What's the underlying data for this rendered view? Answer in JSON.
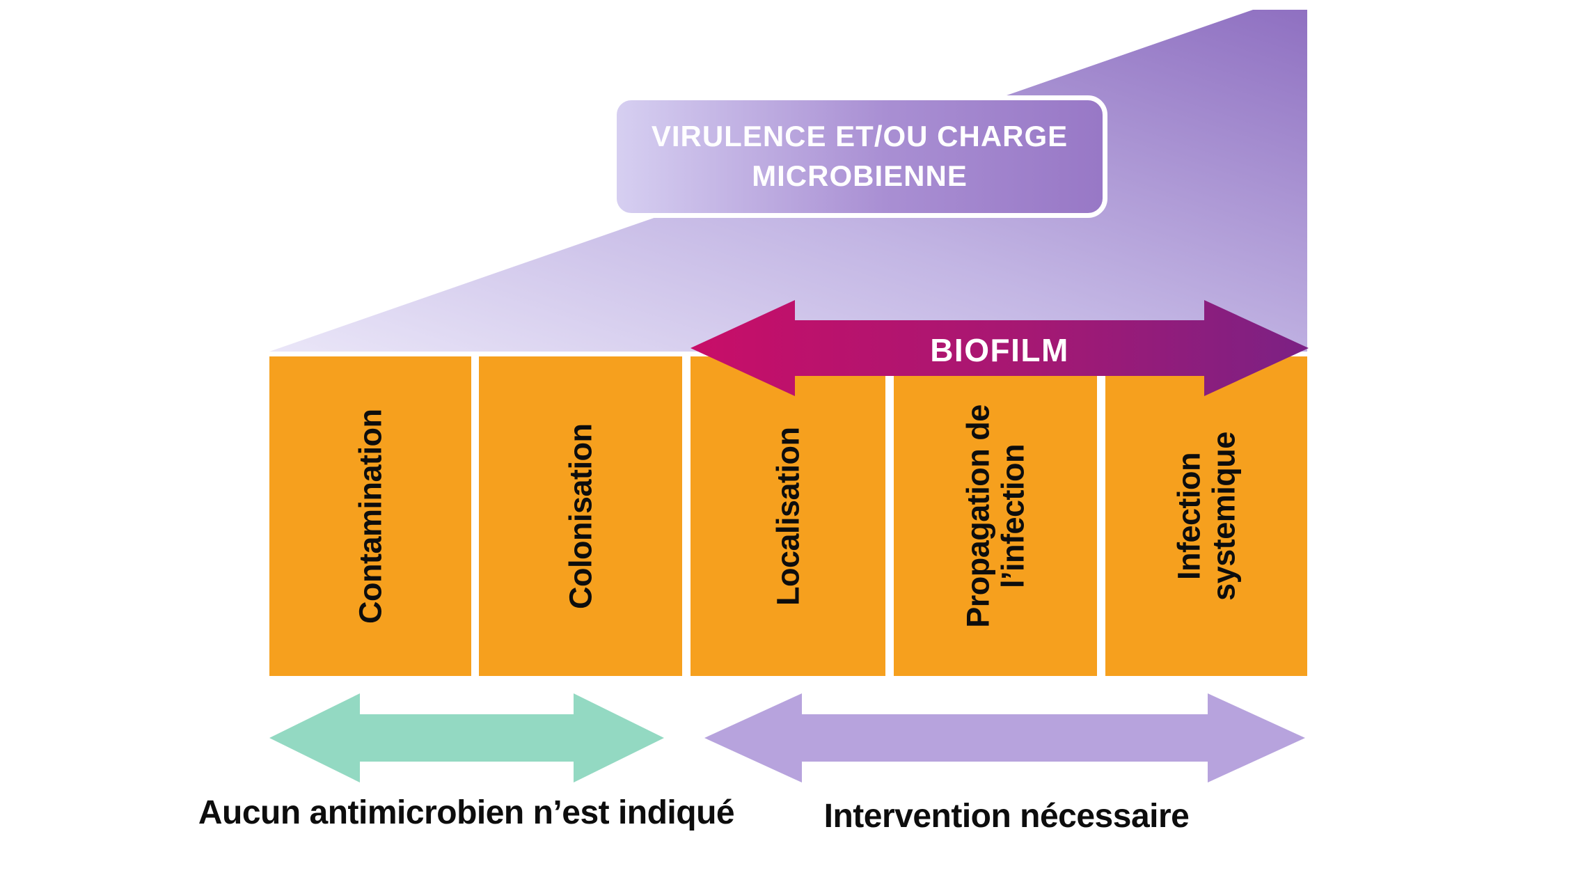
{
  "diagram": {
    "title_box": {
      "label": "VIRULENCE  ET/OU CHARGE\nMICROBIENNE"
    },
    "biofilm": {
      "label": "BIOFILM"
    },
    "stages": [
      {
        "label": "Contamination"
      },
      {
        "label": "Colonisation"
      },
      {
        "label": "Localisation"
      },
      {
        "label": "Propagation de\nl’infection"
      },
      {
        "label": "Infection\nsystemique"
      }
    ],
    "footer": {
      "left_label": "Aucun antimicrobien n’est indiqué",
      "right_label": "Intervention nécessaire"
    },
    "colors": {
      "stage_box_orange": "#F6A01E",
      "biofilm_gradient_start": "#C80E68",
      "biofilm_gradient_end": "#7B2184",
      "wedge_gradient_start": "#EAE6F8",
      "wedge_gradient_end": "#8F70C1",
      "teal_arrow": "#93D9C2",
      "purple_arrow": "#B7A3DD",
      "text_dark": "#0D0D0D",
      "text_light": "#FFFFFF"
    }
  }
}
